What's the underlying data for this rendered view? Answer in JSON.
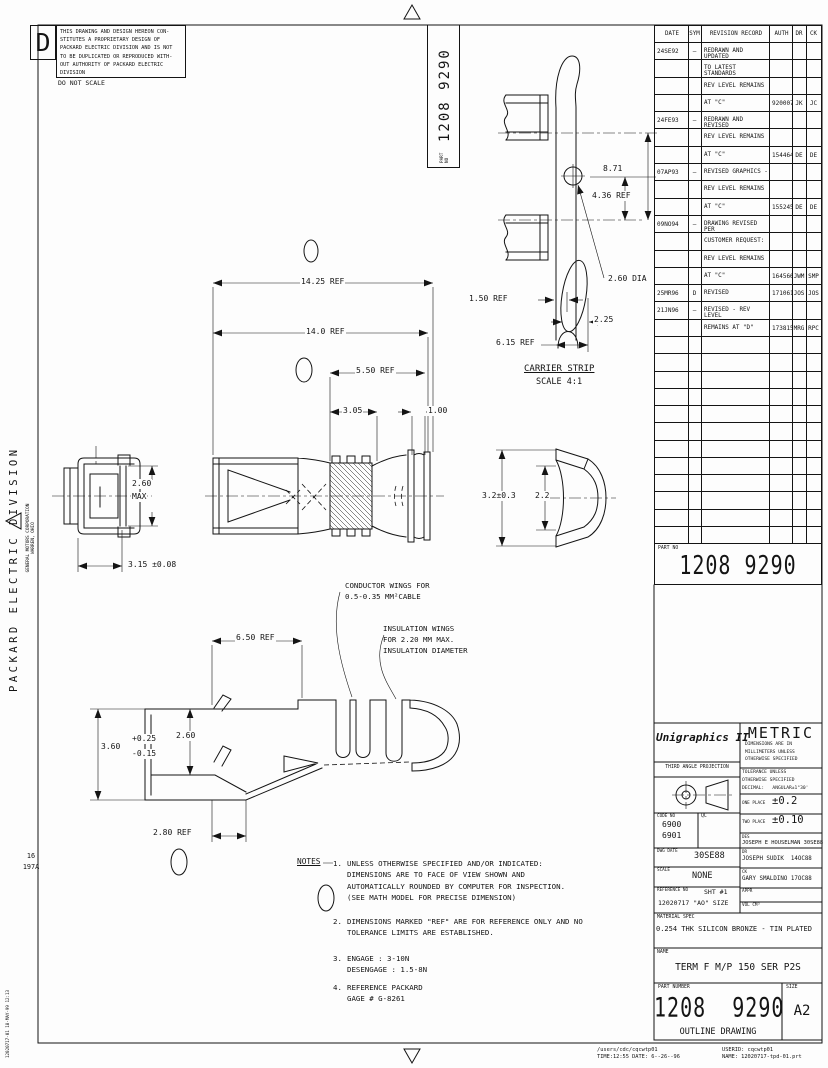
{
  "header": {
    "stamp": "D",
    "notice": [
      "THIS DRAWING AND DESIGN HEREON CON-",
      "STITUTES A PROPRIETARY DESIGN OF",
      "PACKARD ELECTRIC DIVISION AND IS NOT",
      "TO BE DUPLICATED OR REPRODUCED WITH-",
      "OUT AUTHORITY OF PACKARD ELECTRIC",
      "DIVISION"
    ],
    "do_not_scale": "DO NOT SCALE"
  },
  "part_no_box": {
    "label": "PART NO",
    "value": "1208  9290"
  },
  "margin": {
    "company": "PACKARD ELECTRIC DIVISION",
    "company_sub": [
      "GENERAL MOTORS CORPORATION",
      "WARREN, OHIO"
    ],
    "plate": [
      "16",
      "197A"
    ],
    "edge_note": "12020717-01  18-MAY-99  12:13"
  },
  "revision": {
    "headers": [
      "DATE",
      "SYM",
      "REVISION RECORD",
      "AUTH",
      "DR",
      "CK"
    ],
    "rows": [
      [
        "24SE92",
        "—",
        "REDRAWN AND UPDATED",
        "",
        "",
        ""
      ],
      [
        "",
        "",
        "TO LATEST STANDARDS",
        "",
        "",
        ""
      ],
      [
        "",
        "",
        "REV LEVEL REMAINS",
        "",
        "",
        ""
      ],
      [
        "",
        "",
        "AT \"C\"",
        "920007",
        "JK",
        "JC"
      ],
      [
        "24FE93",
        "—",
        "REDRAWN AND REVISED",
        "",
        "",
        ""
      ],
      [
        "",
        "",
        "REV LEVEL REMAINS",
        "",
        "",
        ""
      ],
      [
        "",
        "",
        "AT \"C\"",
        "154464",
        "DE",
        "DE"
      ],
      [
        "07AP93",
        "—",
        "REVISED GRAPHICS -",
        "",
        "",
        ""
      ],
      [
        "",
        "",
        "REV LEVEL REMAINS",
        "",
        "",
        ""
      ],
      [
        "",
        "",
        "AT \"C\"",
        "155245",
        "DE",
        "DE"
      ],
      [
        "09NO94",
        "—",
        "DRAWING REVISED PER",
        "",
        "",
        ""
      ],
      [
        "",
        "",
        "CUSTOMER REQUEST:",
        "",
        "",
        ""
      ],
      [
        "",
        "",
        "REV LEVEL REMAINS",
        "",
        "",
        ""
      ],
      [
        "",
        "",
        "AT \"C\"",
        "164566",
        "JWM",
        "SMP"
      ],
      [
        "25MR96",
        "D",
        "REVISED",
        "171061",
        "JOS",
        "JOS"
      ],
      [
        "21JN96",
        "—",
        "REVISED - REV LEVEL",
        "",
        "",
        ""
      ],
      [
        "",
        "",
        "REMAINS AT \"D\"",
        "173815",
        "MRG",
        "RPC"
      ]
    ],
    "part_no_label": "PART NO",
    "part_no": "1208  9290"
  },
  "dims": {
    "d1425": "14.25 REF",
    "d140": "14.0 REF",
    "d550": "5.50 REF",
    "d305": "3.05",
    "d100": "1.00",
    "d260max": "2.60",
    "max_label": "MAX",
    "d315": "3.15 ±0.08",
    "d32": "3.2±0.3",
    "d22": "2.2",
    "d871": "8.71",
    "d436": "4.36 REF",
    "d260dia": "2.60 DIA",
    "d150": "1.50 REF",
    "d225": "2.25",
    "d615": "6.15 REF",
    "carrier_title": "CARRIER STRIP",
    "carrier_scale": "SCALE 4:1",
    "d650": "6.50 REF",
    "d360": "3.60",
    "d360_plus": "+0.25",
    "d360_minus": "-0.15",
    "d260": "2.60",
    "d280": "2.80 REF"
  },
  "callouts": {
    "conductor": [
      "CONDUCTOR WINGS FOR",
      "0.5-0.35 MM²CABLE"
    ],
    "insulation": [
      "INSULATION WINGS",
      "FOR 2.20 MM MAX.",
      "INSULATION DIAMETER"
    ]
  },
  "notes": {
    "label": "NOTES",
    "items": [
      {
        "num": "1.",
        "lines": [
          "UNLESS OTHERWISE SPECIFIED AND/OR INDICATED:",
          "DIMENSIONS ARE TO FACE OF VIEW SHOWN AND",
          "AUTOMATICALLY ROUNDED BY COMPUTER FOR INSPECTION.",
          "(SEE MATH MODEL FOR PRECISE DIMENSION)"
        ]
      },
      {
        "num": "2.",
        "lines": [
          "DIMENSIONS MARKED \"REF\" ARE FOR REFERENCE ONLY AND NO",
          "TOLERANCE LIMITS ARE ESTABLISHED."
        ]
      },
      {
        "num": "3.",
        "lines": [
          "ENGAGE : 3-10N",
          "DESENGAGE : 1.5-8N"
        ]
      },
      {
        "num": "4.",
        "lines": [
          "REFERENCE PACKARD",
          "GAGE # G-8261"
        ]
      }
    ]
  },
  "title_block": {
    "logo": "Unigraphics II",
    "projection": "THIRD ANGLE PROJECTION",
    "metric_title": "METRIC",
    "metric_sub": [
      "DIMENSIONS ARE IN",
      "MILLIMETERS UNLESS",
      "OTHERWISE SPECIFIED"
    ],
    "tolerance": [
      "TOLERANCE UNLESS",
      "OTHERWISE SPECIFIED",
      "DECIMAL:   ANGULAR±1°30'"
    ],
    "one_place_label": "ONE PLACE",
    "one_place": "±0.2",
    "two_place_label": "TWO PLACE",
    "two_place": "±0.10",
    "code_no_label": "CODE NO",
    "code_no": [
      "6900",
      "6901"
    ],
    "qc_label": "QC",
    "dwg_date_label": "DWG DATE",
    "dwg_date": "30SE88",
    "scale_label": "SCALE",
    "scale": "NONE",
    "reference_label": "REFERENCE NO",
    "reference_sht": "SHT #1",
    "reference_no": "12020717 \"AO\" SIZE",
    "des_label": "DES",
    "des": "JOSEPH E HOUSELMAN 30SE88",
    "dr_label": "DR",
    "dr": "JOSEPH SUDIK  14OC88",
    "ck_label": "CK",
    "ck": "GARY SMALDINO 17OC88",
    "appr_label": "APPR",
    "vol_label": "VOL CM³",
    "material_label": "MATERIAL SPEC",
    "material": "0.254 THK SILICON BRONZE - TIN PLATED",
    "name_label": "NAME",
    "name": "TERM F M/P 150 SER P2S",
    "part_number_label": "PART NUMBER",
    "part_number": "1208  9290",
    "drawing_type": "OUTLINE DRAWING",
    "size_label": "SIZE",
    "size": "A2"
  },
  "footer": {
    "left": [
      "/users/cdc/cqcwtp01",
      "TIME:12:55 DATE: 6--26--96"
    ],
    "right": [
      "USERID: cqcwtp01",
      "NAME: 12020717-tpd-01.prt"
    ]
  }
}
